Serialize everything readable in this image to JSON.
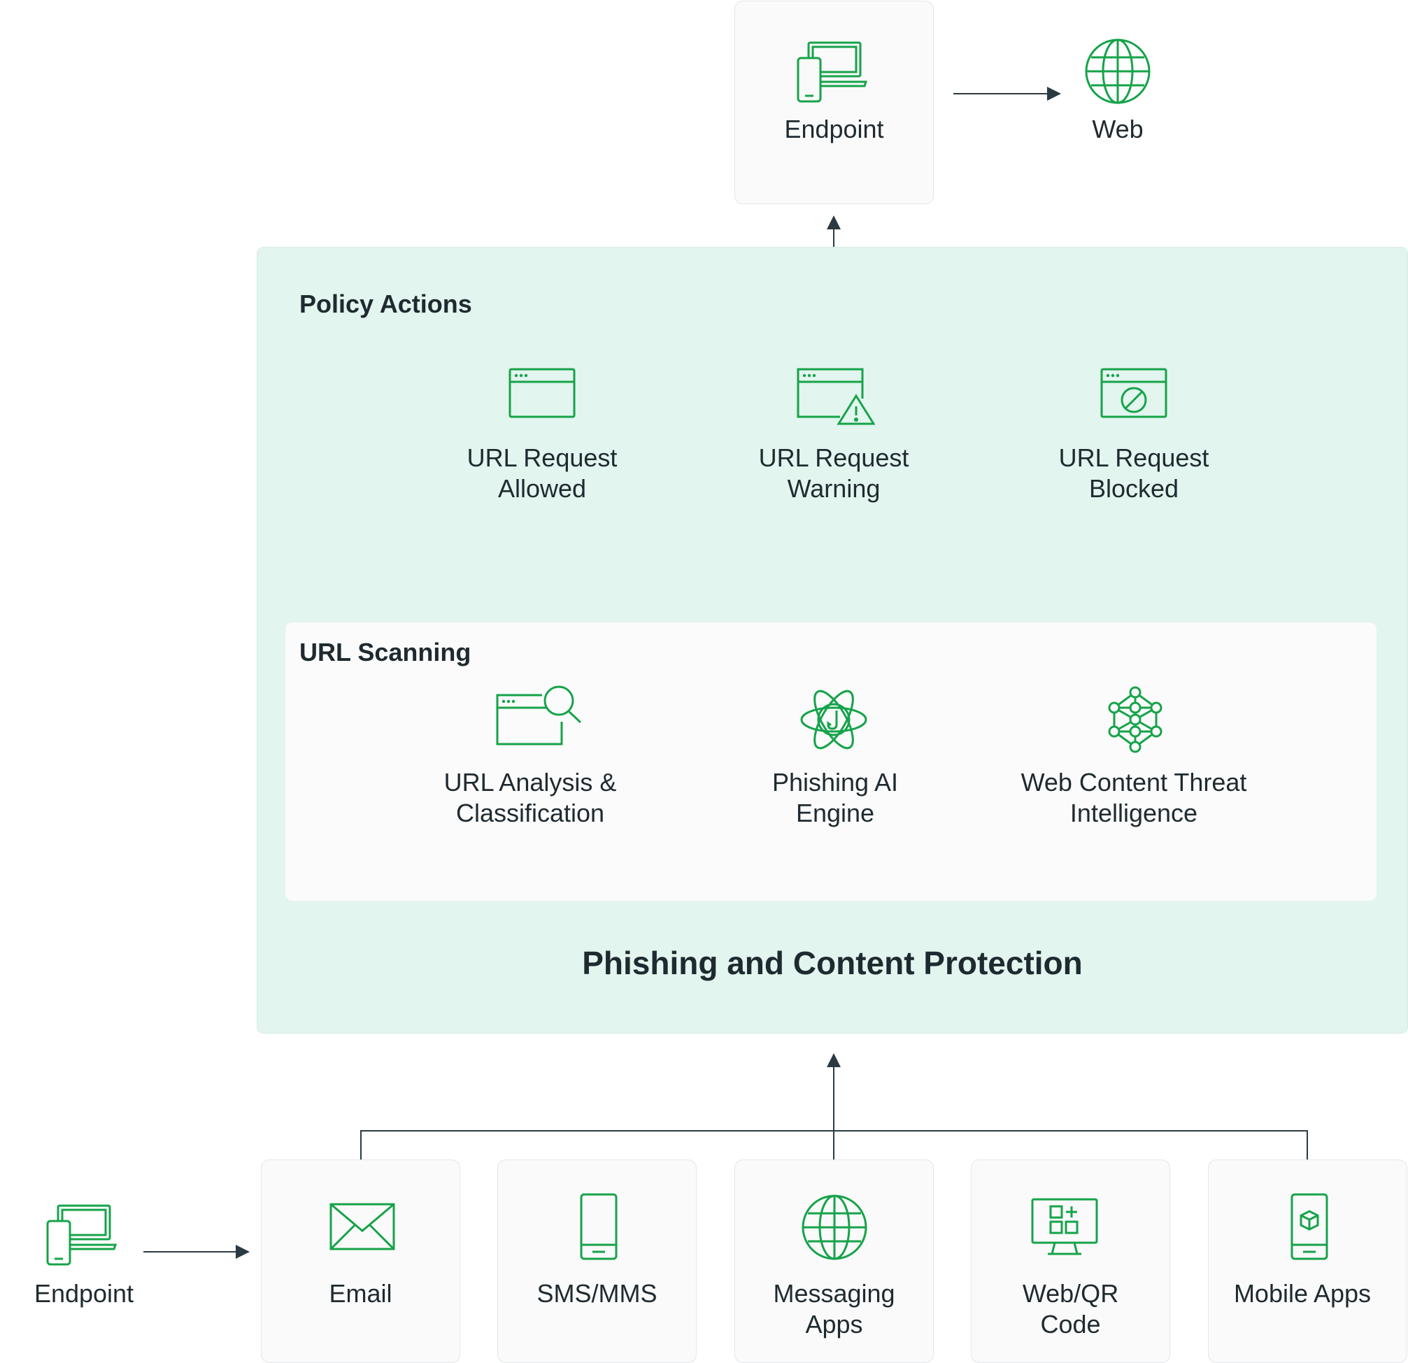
{
  "top": {
    "endpoint_label": "Endpoint",
    "web_label": "Web"
  },
  "policy_actions": {
    "heading": "Policy Actions",
    "items": [
      {
        "line1": "URL Request",
        "line2": "Allowed",
        "icon": "browser-window-icon"
      },
      {
        "line1": "URL Request",
        "line2": "Warning",
        "icon": "browser-warning-icon"
      },
      {
        "line1": "URL Request",
        "line2": "Blocked",
        "icon": "browser-blocked-icon"
      }
    ]
  },
  "url_scanning": {
    "heading": "URL Scanning",
    "items": [
      {
        "line1": "URL Analysis &",
        "line2": "Classification",
        "icon": "browser-search-icon"
      },
      {
        "line1": "Phishing AI",
        "line2": "Engine",
        "icon": "atom-hook-icon"
      },
      {
        "line1": "Web Content Threat",
        "line2": "Intelligence",
        "icon": "network-nodes-icon"
      }
    ]
  },
  "protection_title": "Phishing and Content Protection",
  "sources": {
    "endpoint_label": "Endpoint",
    "items": [
      {
        "line1": "Email",
        "line2": "",
        "icon": "envelope-icon"
      },
      {
        "line1": "SMS/MMS",
        "line2": "",
        "icon": "mobile-phone-icon"
      },
      {
        "line1": "Messaging",
        "line2": "Apps",
        "icon": "globe-icon"
      },
      {
        "line1": "Web/QR",
        "line2": "Code",
        "icon": "monitor-apps-icon"
      },
      {
        "line1": "Mobile Apps",
        "line2": "",
        "icon": "mobile-app-icon"
      }
    ]
  },
  "colors": {
    "icon_green": "#16a34a",
    "panel_green": "#e2f5ee",
    "arrow": "#2b3a42",
    "text": "#1f2a30"
  }
}
